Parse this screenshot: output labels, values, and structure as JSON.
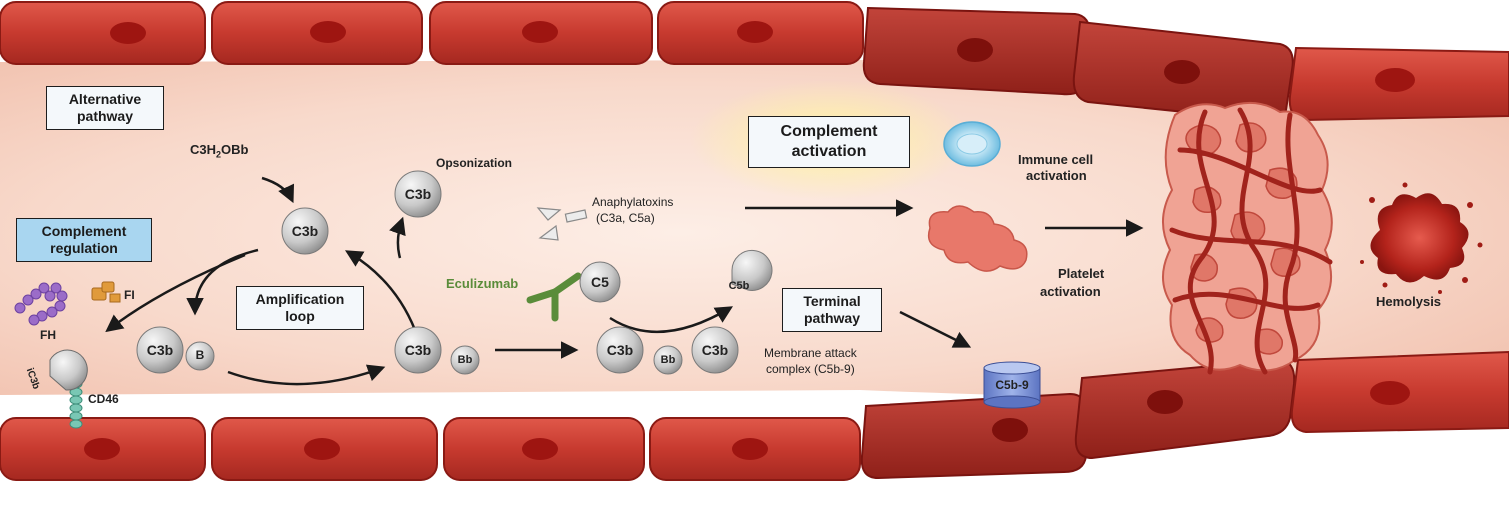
{
  "boxes": {
    "alternative": "Alternative\npathway",
    "regulation": "Complement\nregulation",
    "amplification": "Amplification\nloop",
    "activation": "Complement\nactivation",
    "terminal": "Terminal\npathway"
  },
  "molecules": {
    "c3h2obb": "C3H2OBb",
    "c3b": "C3b",
    "b": "B",
    "bb": "Bb",
    "c5": "C5",
    "c5b": "C5b",
    "c5b9": "C5b-9",
    "fi": "FI",
    "fh": "FH",
    "cd46": "CD46",
    "ic3b": "iC3b"
  },
  "labels": {
    "opsonization": "Opsonization",
    "anaphylatoxins": "Anaphylatoxins",
    "anaphylatoxins_detail": "(C3a, C5a)",
    "eculizumab": "Eculizumab",
    "mac": "Membrane attack",
    "mac_detail": "complex (C5b-9)",
    "immune1": "Immune cell",
    "immune2": "activation",
    "platelet1": "Platelet",
    "platelet2": "activation",
    "hemolysis": "Hemolysis"
  },
  "colors": {
    "vessel_wall": "#c9342c",
    "lumen": "#f9d9cc",
    "regulation_box": "#a9d6f0",
    "eculizumab": "#5a8c3a",
    "membrane_attack_complex": "#7c94d6",
    "factor_h": "#9b6cc8",
    "factor_i": "#e09a3b",
    "cd46": "#79c7b4"
  },
  "icons": [
    "c3b-sphere",
    "antibody-icon",
    "platelet-icon",
    "immune-cell-icon",
    "clot-icon",
    "hemolysis-splash-icon",
    "mac-cylinder-icon"
  ]
}
